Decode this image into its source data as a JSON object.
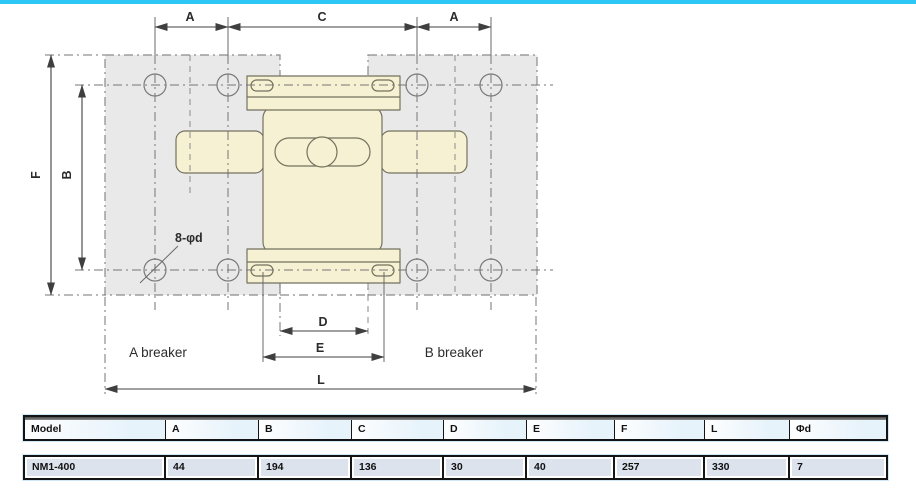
{
  "colors": {
    "accent_cyan": "#2cc7f4",
    "panel_gray": "#e9e9e9",
    "breaker_beige": "#f6f1d3",
    "header_cell_blue": "#e7f3fb",
    "data_cell_blue": "#dce3ed",
    "line_dark": "#3f3f3f"
  },
  "drawing": {
    "dimensions": {
      "top_left": "A",
      "top_center": "C",
      "top_right": "A",
      "left_outer": "F",
      "left_inner": "B",
      "bottom_d": "D",
      "bottom_e": "E",
      "bottom_l": "L"
    },
    "holes_label": "8-φd",
    "a_breaker_label": "A breaker",
    "b_breaker_label": "B breaker"
  },
  "table": {
    "headers": [
      "Model",
      "A",
      "B",
      "C",
      "D",
      "E",
      "F",
      "L",
      "Φd"
    ],
    "rows": [
      [
        "NM1-400",
        "44",
        "194",
        "136",
        "30",
        "40",
        "257",
        "330",
        "7"
      ]
    ]
  }
}
